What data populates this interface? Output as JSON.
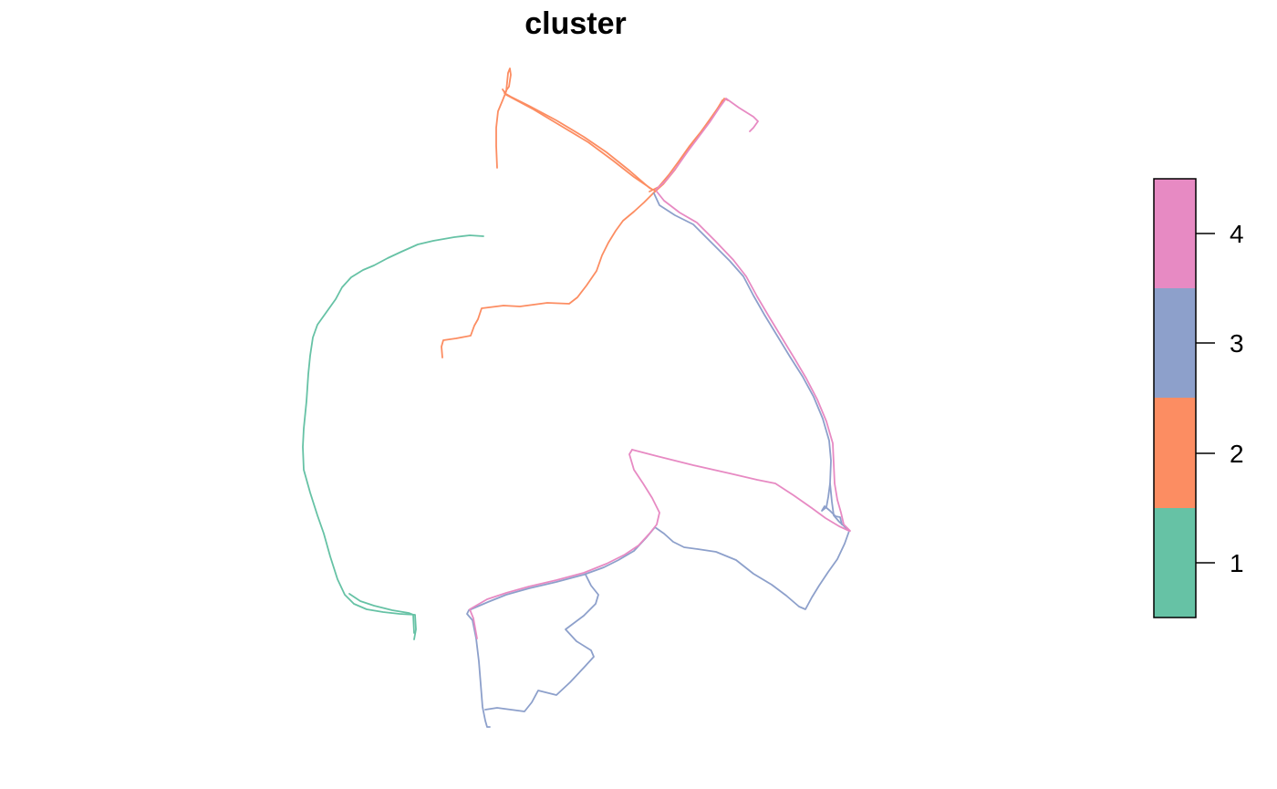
{
  "map": {
    "title": "cluster",
    "legend": {
      "type": "color-bar",
      "placement": "right",
      "classes": [
        {
          "label": "1",
          "color": "#66C2A5"
        },
        {
          "label": "2",
          "color": "#FC8D62"
        },
        {
          "label": "3",
          "color": "#8DA0CB"
        },
        {
          "label": "4",
          "color": "#E78AC3"
        }
      ]
    },
    "route_colors": {
      "cluster_1": "#66C2A5",
      "cluster_2": "#FC8D62",
      "cluster_3": "#8DA0CB",
      "cluster_4": "#E78AC3"
    }
  }
}
